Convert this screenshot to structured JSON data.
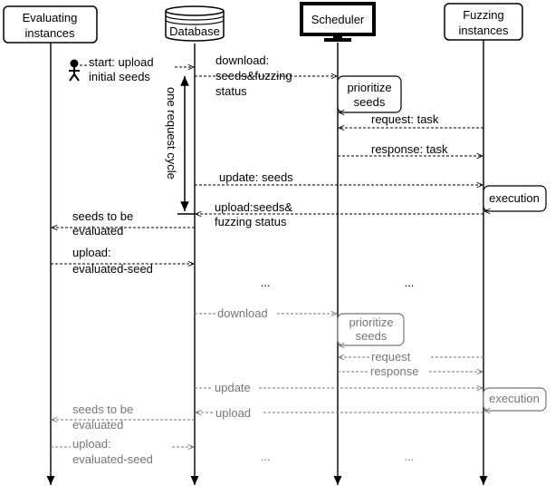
{
  "participants": {
    "evaluating": {
      "line1": "Evaluating",
      "line2": "instances"
    },
    "database": {
      "label": "Database"
    },
    "scheduler": {
      "label": "Scheduler"
    },
    "fuzzing": {
      "line1": "Fuzzing",
      "line2": "instances"
    }
  },
  "cycle_label": "one request cycle",
  "first_cycle": {
    "start_line1": "start: upload",
    "start_line2": "initial seeds",
    "download_line1": "download:",
    "download_line2": "seeds&fuzzing",
    "download_line3": "status",
    "prioritize_line1": "prioritize",
    "prioritize_line2": "seeds",
    "request": "request: task",
    "response": "response: task",
    "update": "update: seeds",
    "execution": "execution",
    "upload_line1": "upload:seeds&",
    "upload_line2": "fuzzing status",
    "to_evaluate_line1": "seeds to be",
    "to_evaluate_line2": "evaluated",
    "evaluated_line1": "upload:",
    "evaluated_line2": "evaluated-seed",
    "ellipsis": "..."
  },
  "second_cycle": {
    "download": "download",
    "prioritize_line1": "prioritize",
    "prioritize_line2": "seeds",
    "request": "request",
    "response": "response",
    "update": "update",
    "execution": "execution",
    "upload": "upload",
    "to_evaluate_line1": "seeds to be",
    "to_evaluate_line2": "evaluated",
    "evaluated_line1": "upload:",
    "evaluated_line2": "evaluated-seed",
    "ellipsis": "..."
  },
  "colors": {
    "primary": "#000000",
    "faded": "#777777"
  }
}
